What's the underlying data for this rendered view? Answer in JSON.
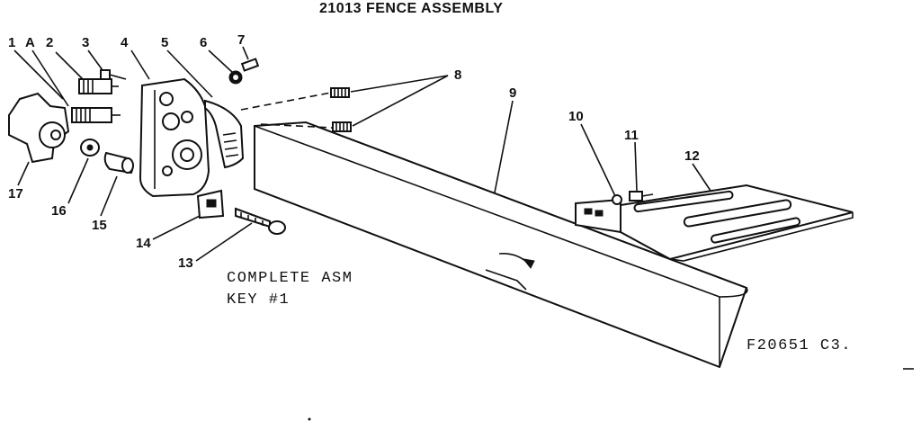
{
  "title": "21013 FENCE ASSEMBLY",
  "callouts": {
    "c1": "1",
    "c1a": "A",
    "c2": "2",
    "c3": "3",
    "c4": "4",
    "c5": "5",
    "c6": "6",
    "c7": "7",
    "c8": "8",
    "c9": "9",
    "c10": "10",
    "c11": "11",
    "c12": "12",
    "c13": "13",
    "c14": "14",
    "c15": "15",
    "c16": "16",
    "c17": "17"
  },
  "note": {
    "line1": "COMPLETE ASM",
    "line2": "KEY #1"
  },
  "figure_code": "F20651 C3."
}
